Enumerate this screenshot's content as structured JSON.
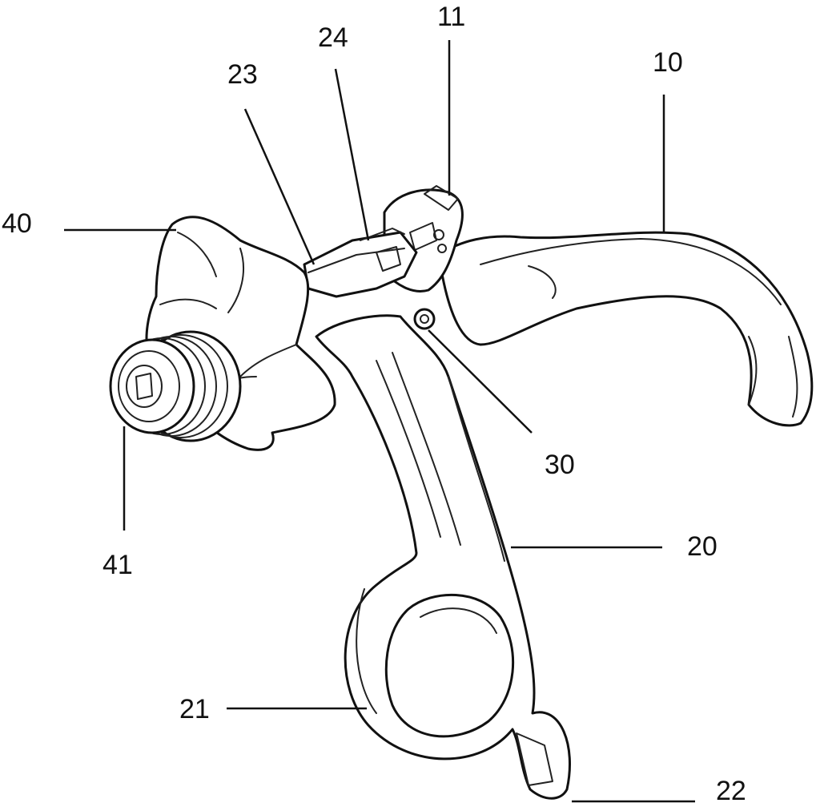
{
  "diagram": {
    "labels": {
      "l10": "10",
      "l11": "11",
      "l20": "20",
      "l21": "21",
      "l22": "22",
      "l23": "23",
      "l24": "24",
      "l30": "30",
      "l40": "40",
      "l41": "41"
    },
    "line_color": "#111111",
    "background": "#ffffff"
  }
}
